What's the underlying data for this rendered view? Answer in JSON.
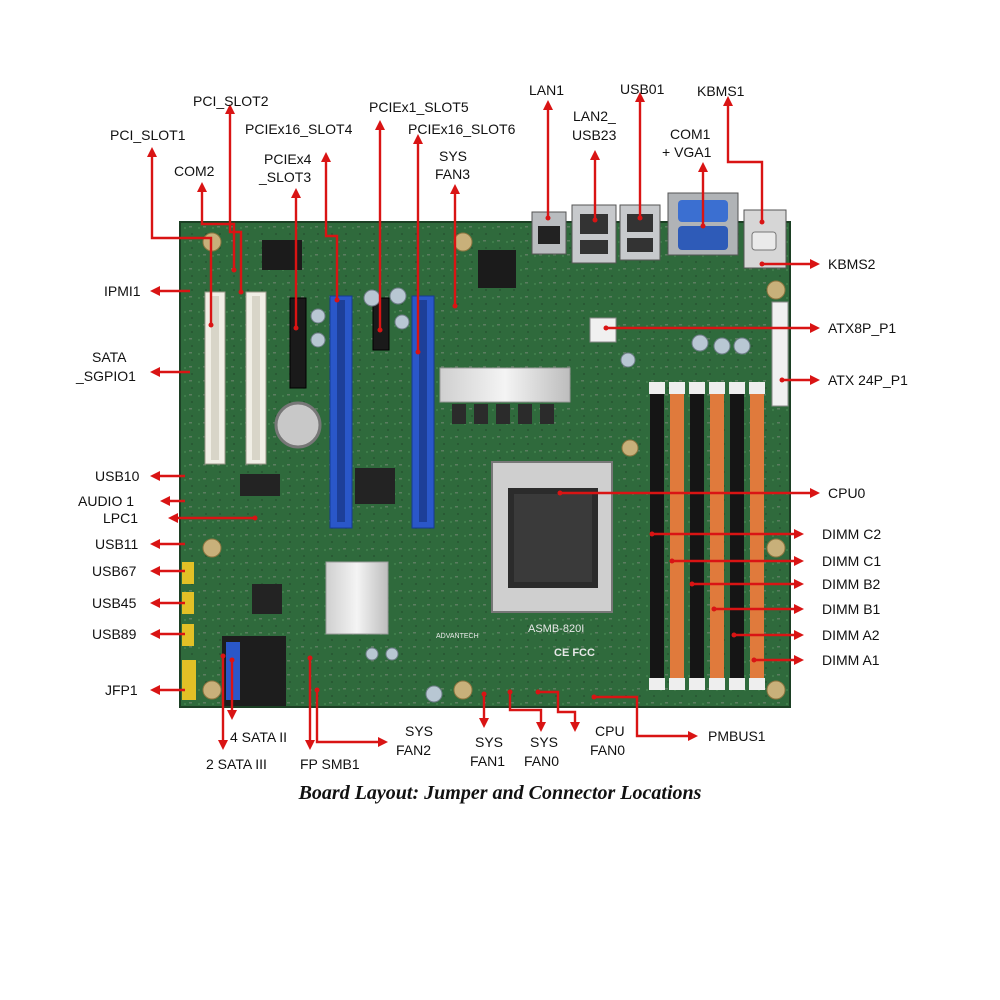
{
  "caption": "Board Layout: Jumper and Connector Locations",
  "board": {
    "model": "ASMB-820I",
    "brand": "ADVANTECH",
    "cert": "CE FCC"
  },
  "labels": {
    "pci_slot2": "PCI_SLOT2",
    "pci_slot1": "PCI_SLOT1",
    "pciex16_slot4": "PCIEx16_SLOT4",
    "pciex1_slot5": "PCIEx1_SLOT5",
    "pciex16_slot6": "PCIEx16_SLOT6",
    "com2": "COM2",
    "pciex4_slot3_l1": "PCIEx4",
    "pciex4_slot3_l2": "_SLOT3",
    "sys_fan3_l1": "SYS",
    "sys_fan3_l2": "FAN3",
    "lan1": "LAN1",
    "lan2_l1": "LAN2_",
    "lan2_l2": "USB23",
    "usb01": "USB01",
    "com1_l1": "COM1",
    "com1_l2": "+ VGA1",
    "kbms1": "KBMS1",
    "kbms2": "KBMS2",
    "atx8p": "ATX8P_P1",
    "atx24p": "ATX 24P_P1",
    "cpu0": "CPU0",
    "dimm_c2": "DIMM C2",
    "dimm_c1": "DIMM C1",
    "dimm_b2": "DIMM B2",
    "dimm_b1": "DIMM B1",
    "dimm_a2": "DIMM A2",
    "dimm_a1": "DIMM A1",
    "ipmi1": "IPMI1",
    "sata_sgpio_l1": "SATA",
    "sata_sgpio_l2": "_SGPIO1",
    "usb10": "USB10",
    "audio1": "AUDIO 1",
    "lpc1": "LPC1",
    "usb11": "USB11",
    "usb67": "USB67",
    "usb45": "USB45",
    "usb89": "USB89",
    "jfp1": "JFP1",
    "sata2_4": "4 SATA II",
    "sata3_2": "2 SATA III",
    "fp_smb1": "FP SMB1",
    "sys_fan2_l1": "SYS",
    "sys_fan2_l2": "FAN2",
    "sys_fan1_l1": "SYS",
    "sys_fan1_l2": "FAN1",
    "sys_fan0_l1": "SYS",
    "sys_fan0_l2": "FAN0",
    "cpu_fan0_l1": "CPU",
    "cpu_fan0_l2": "FAN0",
    "pmbus1": "PMBUS1"
  },
  "colors": {
    "pcb": "#2f6a3c",
    "pcb_dark": "#234f2d",
    "leader": "#d91414",
    "pcie_blue": "#2a57c9",
    "pci_white": "#f1efe6",
    "dimm_orange": "#e07a3c",
    "dimm_black": "#151515"
  }
}
